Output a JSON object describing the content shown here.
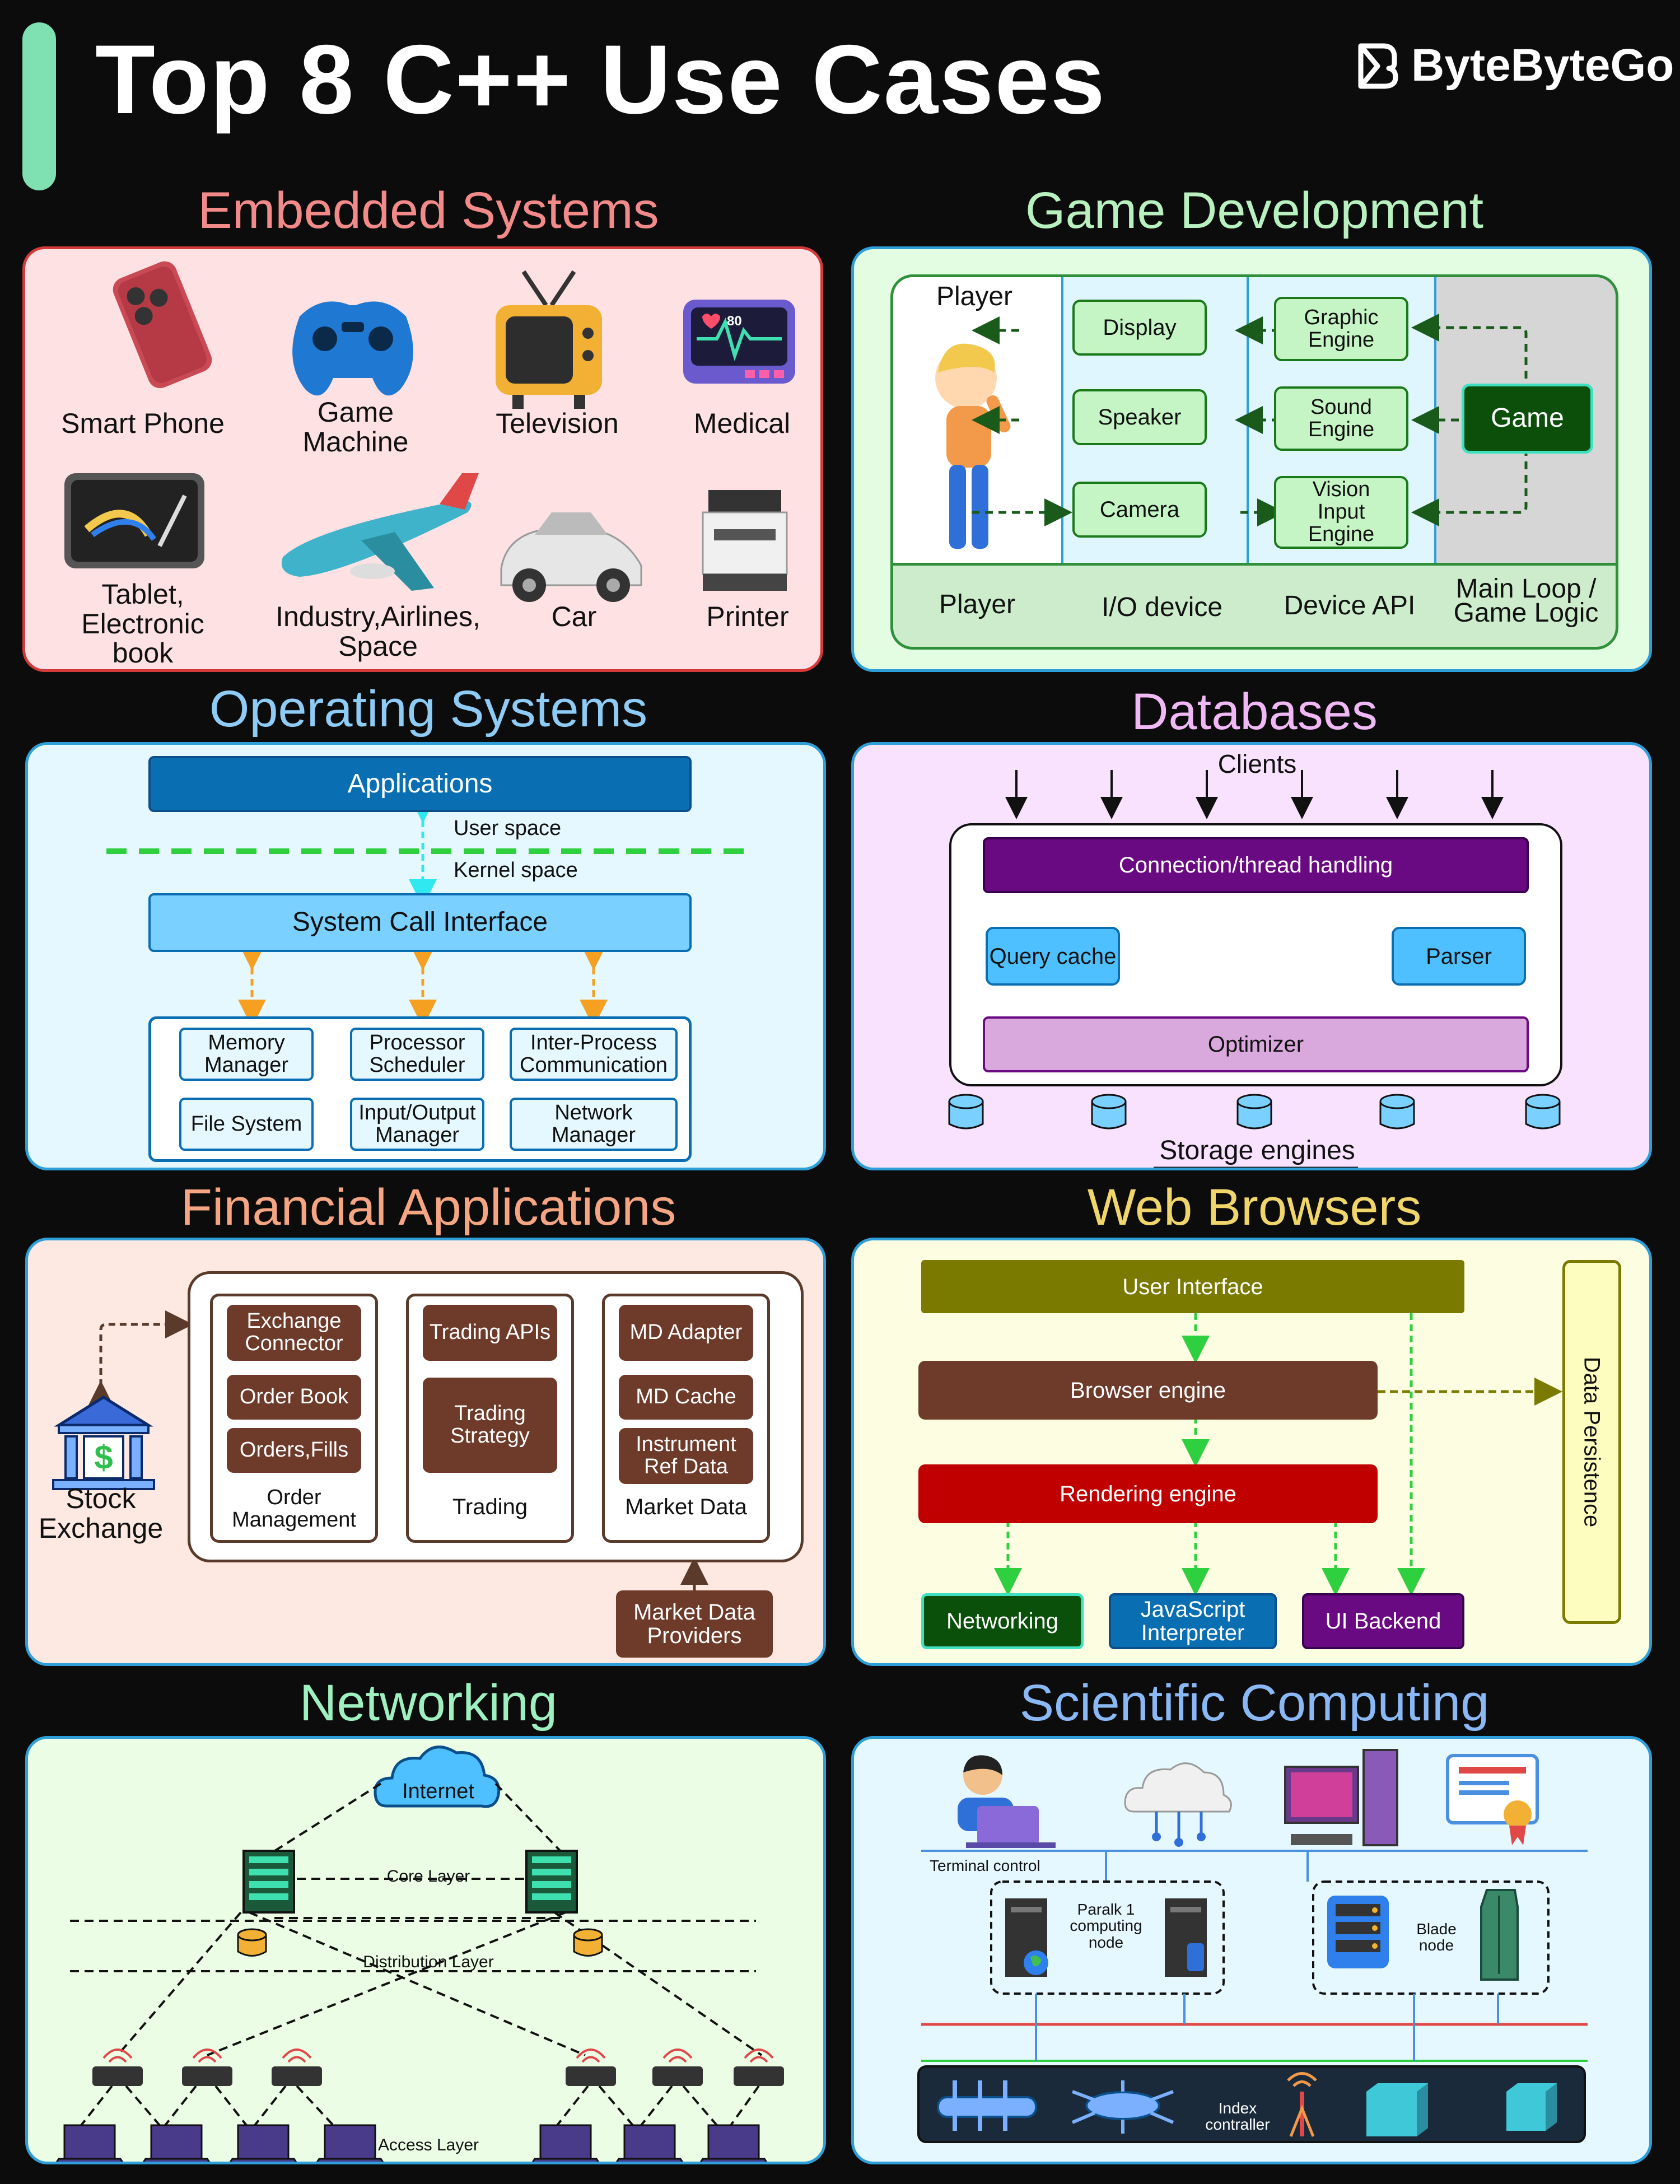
{
  "header": {
    "title": "Top 8 C++ Use Cases",
    "brand": "ByteByteGo"
  },
  "colors": {
    "accent_bar": "#7fe0b2",
    "embedded": "#f38a8a",
    "game": "#b9f0c0",
    "os": "#8ecbf5",
    "db": "#f0b8f5",
    "fin": "#f5a582",
    "web": "#f0d66a",
    "net": "#9ef0c0",
    "sci": "#8ab8f5"
  },
  "embedded": {
    "title": "Embedded Systems",
    "items": [
      {
        "label": "Smart Phone",
        "icon": "smartphone-icon"
      },
      {
        "label": "Game Machine",
        "icon": "gamepad-icon"
      },
      {
        "label": "Television",
        "icon": "television-icon"
      },
      {
        "label": "Medical",
        "icon": "heart-monitor-icon"
      },
      {
        "label": "Tablet, Electronic book",
        "icon": "tablet-icon"
      },
      {
        "label": "Industry,Airlines, Space",
        "icon": "airplane-icon"
      },
      {
        "label": "Car",
        "icon": "car-icon"
      },
      {
        "label": "Printer",
        "icon": "printer-icon"
      }
    ],
    "heart_rate": "80"
  },
  "game": {
    "title": "Game Development",
    "player_top": "Player",
    "io": [
      "Display",
      "Speaker",
      "Camera"
    ],
    "engines": [
      "Graphic Engine",
      "Sound Engine",
      "Vision Input Engine"
    ],
    "game": "Game",
    "columns": [
      "Player",
      "I/O device",
      "Device API",
      "Main Loop / Game Logic"
    ]
  },
  "os": {
    "title": "Operating Systems",
    "applications": "Applications",
    "user_space": "User space",
    "kernel_space": "Kernel space",
    "syscall": "System Call Interface",
    "managers": [
      "Memory Manager",
      "Processor Scheduler",
      "Inter-Process Communication",
      "File System",
      "Input/Output Manager",
      "Network Manager"
    ]
  },
  "db": {
    "title": "Databases",
    "clients": "Clients",
    "conn": "Connection/thread handling",
    "query_cache": "Query cache",
    "parser": "Parser",
    "optimizer": "Optimizer",
    "storage": "Storage engines"
  },
  "fin": {
    "title": "Financial Applications",
    "stock_exchange": "Stock Exchange",
    "order_items": [
      "Exchange Connector",
      "Order Book",
      "Orders,Fills"
    ],
    "order_label": "Order Management",
    "trading_items": [
      "Trading APIs",
      "Trading Strategy"
    ],
    "trading_label": "Trading",
    "md_items": [
      "MD Adapter",
      "MD Cache",
      "Instrument Ref Data"
    ],
    "md_label": "Market Data",
    "providers": "Market Data Providers"
  },
  "web": {
    "title": "Web Browsers",
    "ui": "User Interface",
    "browser_engine": "Browser engine",
    "rendering_engine": "Rendering engine",
    "persistence": "Data Persistence",
    "bottom": [
      "Networking",
      "JavaScript Interpreter",
      "UI Backend"
    ]
  },
  "net": {
    "title": "Networking",
    "internet": "Internet",
    "core": "Core Layer",
    "distribution": "Distribution Layer",
    "access": "Access Layer"
  },
  "sci": {
    "title": "Scientific Computing",
    "terminal": "Terminal control",
    "parallel": "Paralk 1 computing node",
    "blade": "Blade node",
    "index": "Index contraller"
  }
}
